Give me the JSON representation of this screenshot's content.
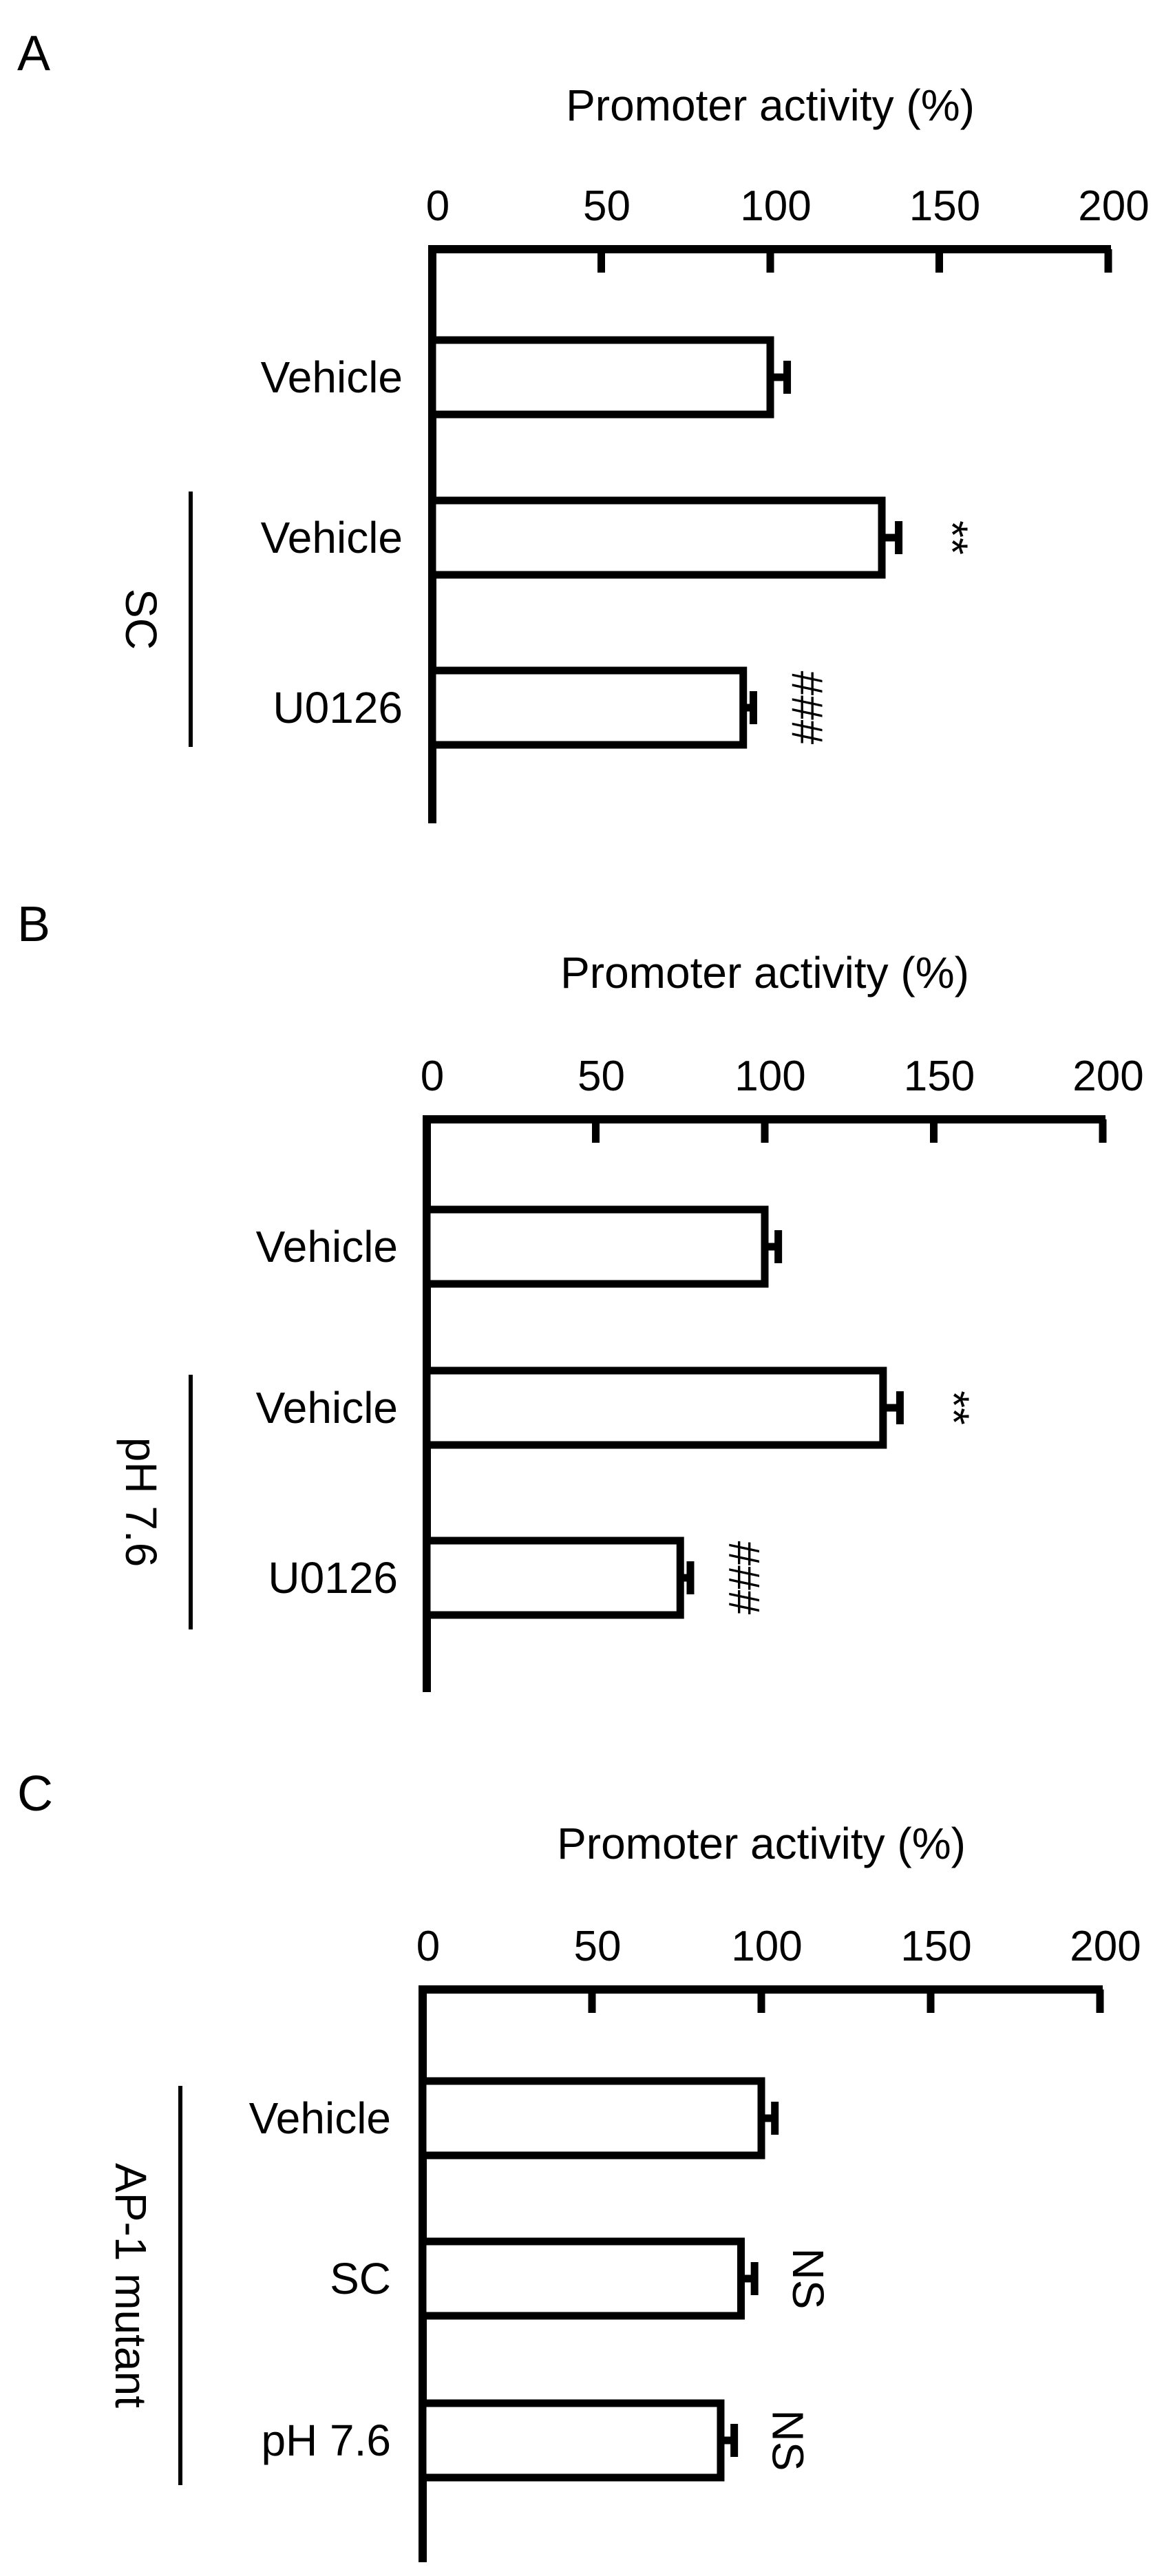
{
  "chart_data": [
    {
      "type": "bar",
      "panel_letter": "A",
      "xlabel": "Promoter activity  (%)",
      "xlim": [
        0,
        200
      ],
      "xticks": [
        "0",
        "50",
        "100",
        "150",
        "200"
      ],
      "categories": [
        "Vehicle",
        "Vehicle",
        "U0126"
      ],
      "values": [
        100,
        133,
        92
      ],
      "errors": [
        5,
        5,
        3
      ],
      "annotations": [
        "",
        "**",
        "###"
      ],
      "annotation_style": "rotated",
      "group": {
        "label": "SC",
        "label_rotation": 90,
        "from": 1,
        "to": 2
      }
    },
    {
      "type": "bar",
      "panel_letter": "B",
      "xlabel": "Promoter activity  (%)",
      "xlim": [
        0,
        200
      ],
      "xticks": [
        "0",
        "50",
        "100",
        "150",
        "200"
      ],
      "categories": [
        "Vehicle",
        "Vehicle",
        "U0126"
      ],
      "values": [
        100,
        135,
        75
      ],
      "errors": [
        4,
        5,
        3
      ],
      "annotations": [
        "",
        "**",
        "###"
      ],
      "annotation_style": "rotated",
      "group": {
        "label": "pH 7.6",
        "label_rotation": 90,
        "from": 1,
        "to": 2
      }
    },
    {
      "type": "bar",
      "panel_letter": "C",
      "xlabel": "Promoter activity  (%)",
      "xlim": [
        0,
        200
      ],
      "xticks": [
        "0",
        "50",
        "100",
        "150",
        "200"
      ],
      "categories": [
        "Vehicle",
        "SC",
        "pH 7.6"
      ],
      "values": [
        100,
        94,
        88
      ],
      "errors": [
        4,
        4,
        4
      ],
      "annotations": [
        "",
        "NS",
        "NS"
      ],
      "annotation_style": "rotated",
      "group": {
        "label": "AP-1 mutant",
        "label_rotation": 90,
        "from": 0,
        "to": 2
      }
    }
  ]
}
